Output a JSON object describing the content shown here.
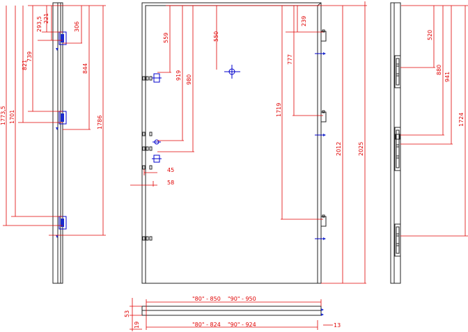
{
  "colors": {
    "dimension": "#e00000",
    "outline": "#222222",
    "hardware": "#0000cc",
    "background": "#ffffff"
  },
  "left_view": {
    "dims": {
      "d221": "221",
      "d293_5": "293,5",
      "d306": "306",
      "d739": "739",
      "d821": "821",
      "d844": "844",
      "d1701": "1701",
      "d1773_5": "1773,5",
      "d1786": "1786"
    }
  },
  "front_view": {
    "dims": {
      "d559": "559",
      "d550": "550",
      "d919": "919",
      "d980": "980",
      "d45": "45",
      "d58": "58",
      "d239": "239",
      "d777": "777",
      "d1719": "1719",
      "d2012": "2012",
      "d2025": "2025"
    }
  },
  "right_view": {
    "dims": {
      "d520": "520",
      "d880": "880",
      "d941": "941",
      "d1724": "1724"
    }
  },
  "section_view": {
    "dims": {
      "d53": "53",
      "d19": "19",
      "d13": "13",
      "top_width": "\"80\" - 850    \"90\" - 950",
      "bottom_width": "\"80\" - 824    \"90\" - 924"
    }
  }
}
